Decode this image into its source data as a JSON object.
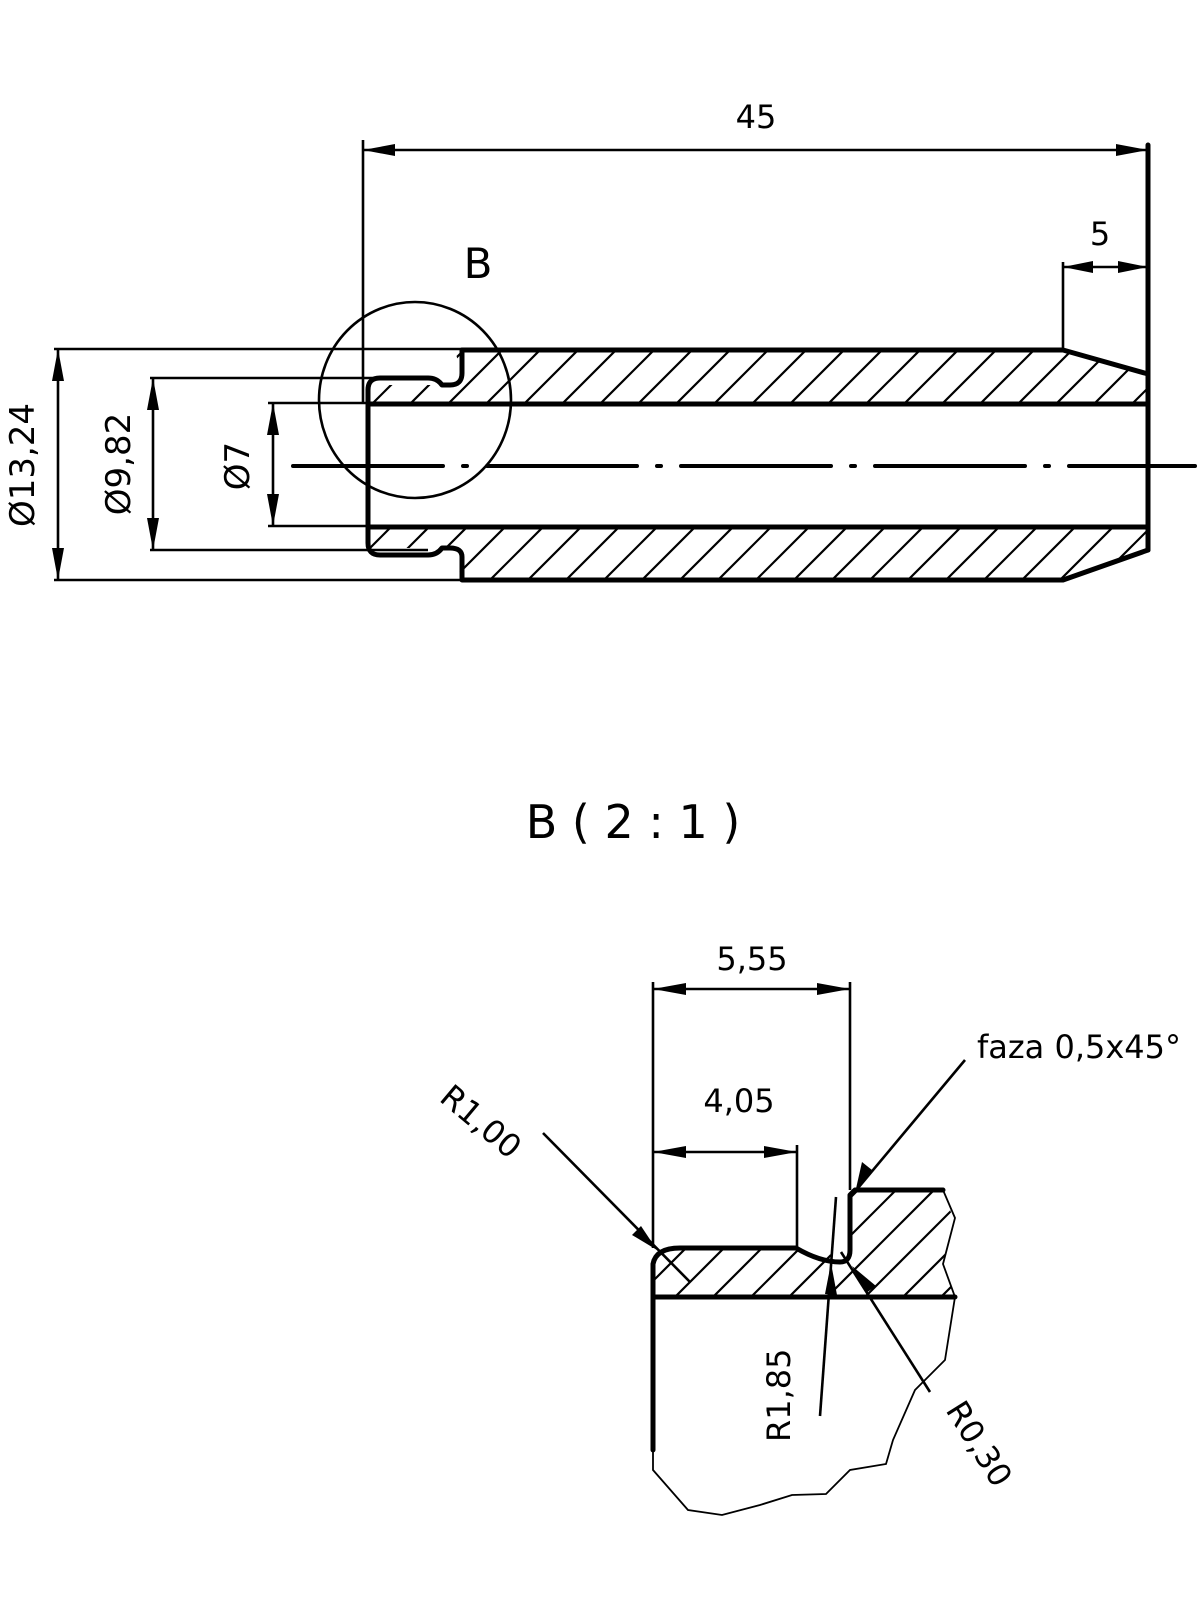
{
  "main_view": {
    "overall_length": "45",
    "chamfer_length": "5",
    "detail_marker": "B",
    "dia_outer": "Ø13,24",
    "dia_groove": "Ø9,82",
    "dia_bore": "Ø7"
  },
  "detail_view": {
    "title": "B ( 2 : 1 )",
    "dim_groove_total": "5,55",
    "dim_groove_flat": "4,05",
    "note_chamfer": "faza 0,5x45°",
    "radius_left": "R1,00",
    "radius_groove": "R1,85",
    "radius_corner": "R0,30"
  },
  "colors": {
    "line": "#000000",
    "background": "#ffffff"
  }
}
